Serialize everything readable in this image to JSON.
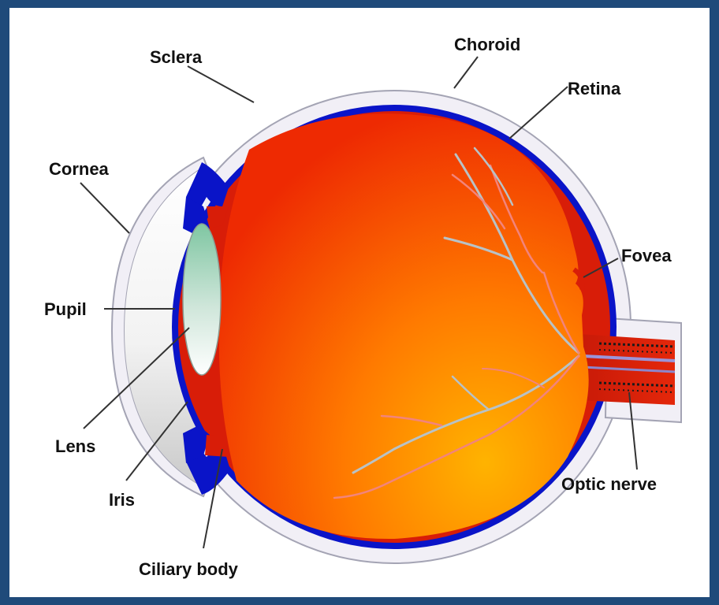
{
  "colors": {
    "background": "#1f4a7a",
    "panel": "#ffffff",
    "sclera": "#f1eff6",
    "choroid": "#0a14c8",
    "retina": "#d81d08",
    "vitreous_light": "#ffb300",
    "vitreous_dark": "#ee2a02",
    "lens_top": "#7fc6a2",
    "lens_bottom": "#ffffff",
    "vessel_vein": "#b8c2c6",
    "vessel_artery": "#f2847c",
    "label_text": "#111111",
    "leader_line": "#333333"
  },
  "labels": {
    "sclera": "Sclera",
    "choroid": "Choroid",
    "retina": "Retina",
    "cornea": "Cornea",
    "fovea": "Fovea",
    "pupil": "Pupil",
    "lens": "Lens",
    "iris": "Iris",
    "optic_nerve": "Optic nerve",
    "ciliary_body": "Ciliary body"
  }
}
